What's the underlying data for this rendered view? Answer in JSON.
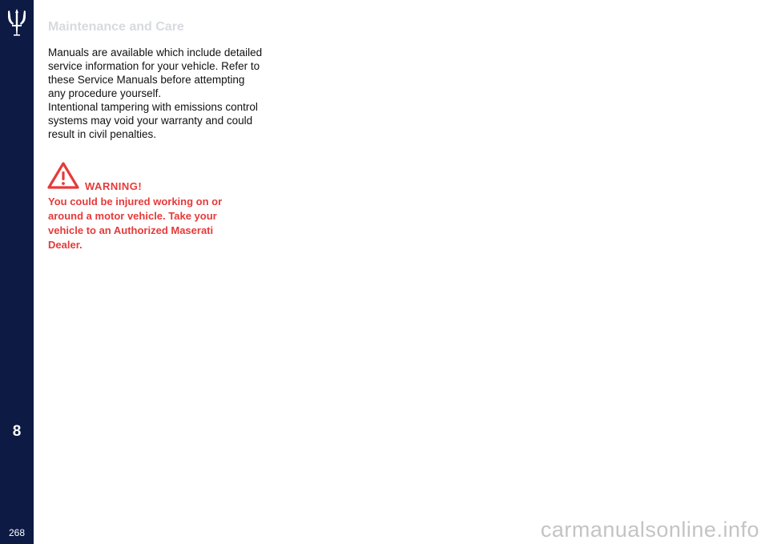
{
  "sidebar": {
    "logo_icon": "trident-icon",
    "chapter_number": "8",
    "page_number": "268",
    "background_color": "#0c1a44"
  },
  "header": {
    "section_title": "Maintenance and Care"
  },
  "content": {
    "paragraphs": [
      "Manuals are available which include detailed service information for your vehicle. Refer to these Service Manuals before attempting any procedure yourself.",
      "Intentional tampering with emissions control systems may void your warranty and could result in civil penalties."
    ]
  },
  "warning": {
    "icon": "warning-triangle-icon",
    "heading": "WARNING!",
    "text": "You could be injured working on or around a motor vehicle. Take your vehicle to an Authorized Maserati Dealer.",
    "color": "#e63a3a"
  },
  "watermark": {
    "text": "carmanualsonline.info"
  }
}
